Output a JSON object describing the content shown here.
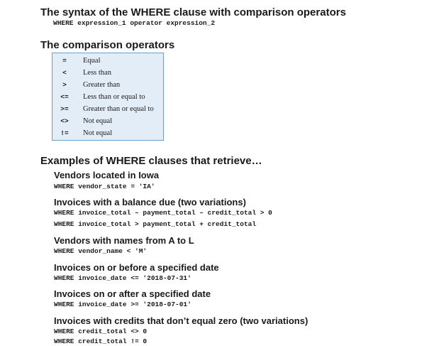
{
  "syntax": {
    "heading": "The syntax of the WHERE clause with comparison operators",
    "code": "WHERE expression_1 operator expression_2"
  },
  "operators": {
    "heading": "The comparison operators",
    "rows": [
      {
        "symbol": "=",
        "description": "Equal"
      },
      {
        "symbol": "<",
        "description": "Less than"
      },
      {
        "symbol": ">",
        "description": "Greater than"
      },
      {
        "symbol": "<=",
        "description": "Less than or equal to"
      },
      {
        "symbol": ">=",
        "description": "Greater than or equal to"
      },
      {
        "symbol": "<>",
        "description": "Not equal"
      },
      {
        "symbol": "!=",
        "description": "Not equal"
      }
    ],
    "colors": {
      "box_background": "#e3edf7",
      "box_border": "#6f9fc8"
    }
  },
  "examples": {
    "heading": "Examples of WHERE clauses that retrieve…",
    "groups": [
      {
        "title": "Vendors located in Iowa",
        "code": [
          "WHERE vendor_state = 'IA'"
        ]
      },
      {
        "title": "Invoices with a balance due (two variations)",
        "code": [
          "WHERE invoice_total – payment_total – credit_total > 0",
          "WHERE invoice_total > payment_total + credit_total"
        ]
      },
      {
        "title": "Vendors with names from A to L",
        "code": [
          "WHERE vendor_name < 'M'"
        ]
      },
      {
        "title": "Invoices on or before a specified date",
        "code": [
          "WHERE invoice_date <= '2018-07-31'"
        ]
      },
      {
        "title": "Invoices on or after a specified date",
        "code": [
          "WHERE invoice_date >= '2018-07-01'"
        ]
      },
      {
        "title": "Invoices with credits that don’t equal zero (two variations)",
        "code": [
          "WHERE credit_total <> 0",
          "WHERE credit_total != 0"
        ]
      }
    ]
  }
}
